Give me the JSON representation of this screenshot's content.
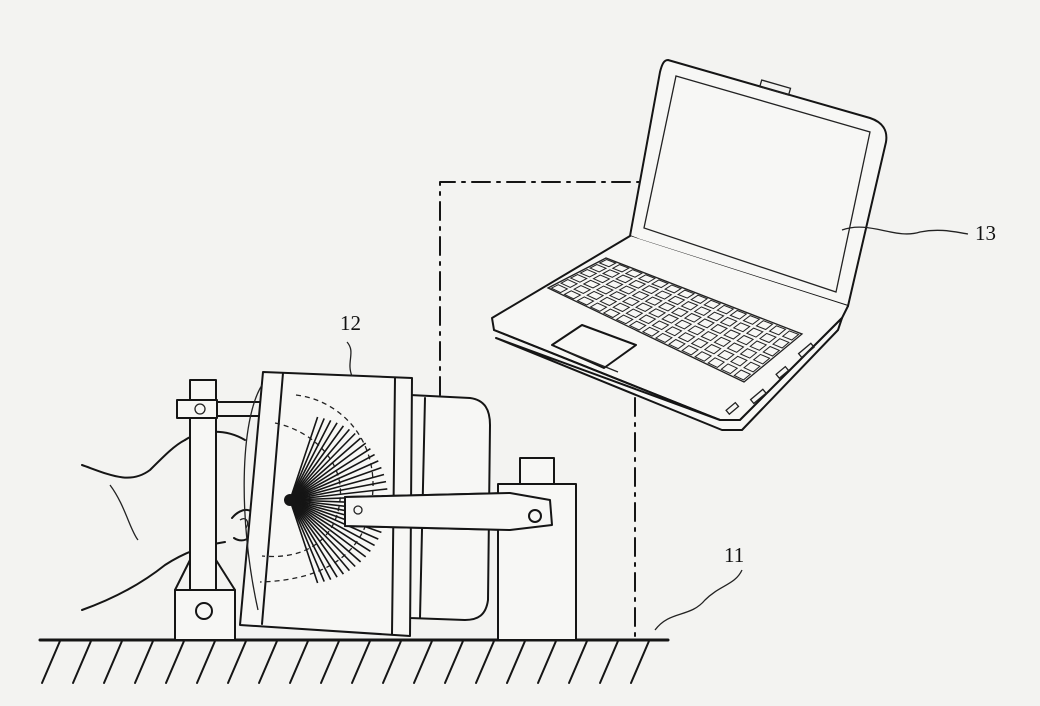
{
  "labels": {
    "ground": "11",
    "scanner": "12",
    "computer": "13"
  },
  "colors": {
    "line": "#151515",
    "paper": "#f3f3f1"
  }
}
